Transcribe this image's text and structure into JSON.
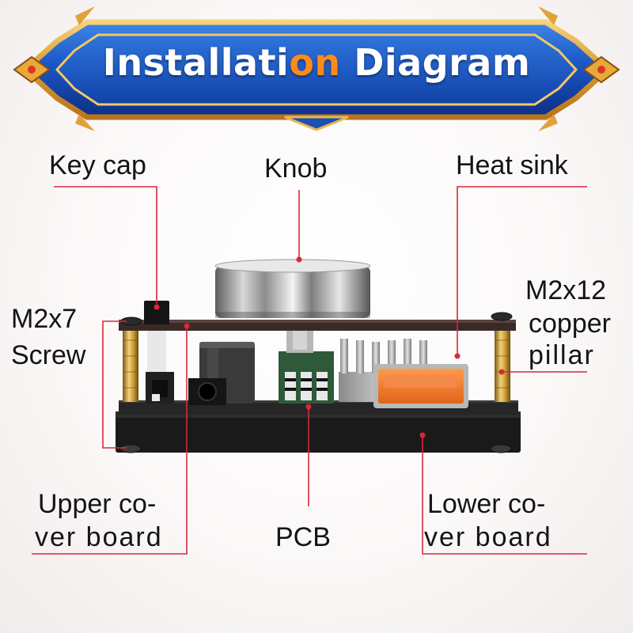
{
  "title": {
    "before": "Installati",
    "highlight": "on",
    "after": " Diagram"
  },
  "labels": {
    "key_cap": "Key cap",
    "knob": "Knob",
    "heat_sink": "Heat sink",
    "screw_line1": "M2x7",
    "screw_line2": "Screw",
    "pillar_line1": "M2x12",
    "pillar_line2": "copper",
    "pillar_line3": "pillar",
    "upper_line1": "Upper co-",
    "upper_line2": "ver board",
    "pcb": "PCB",
    "lower_line1": "Lower co-",
    "lower_line2": "ver board"
  },
  "colors": {
    "banner_blue": "#1a4fb4",
    "banner_gold": "#e8b64a",
    "title_highlight": "#ff8a1c",
    "leader_red": "#d9283a",
    "text": "#141414"
  }
}
